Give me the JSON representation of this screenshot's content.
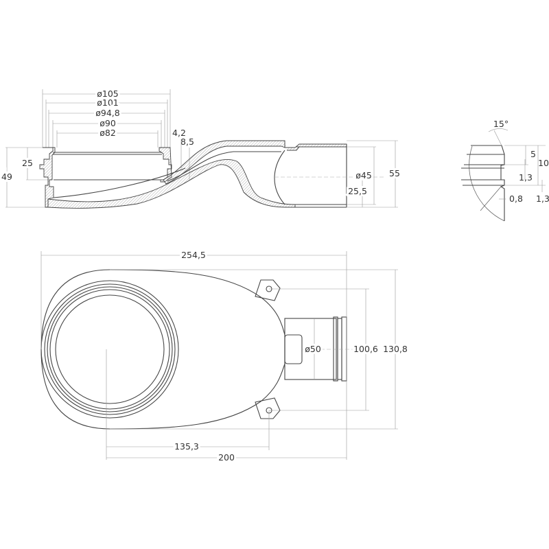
{
  "section_view": {
    "diameters": [
      "ø105",
      "ø101",
      "ø94,8",
      "ø90",
      "ø82"
    ],
    "wall_4_2": "4,2",
    "wall_8_5": "8,5",
    "flange_height": "25",
    "total_height": "49",
    "outlet_diameter": "ø45",
    "outlet_axis_height": "25,5",
    "outlet_height": "55"
  },
  "detail_view": {
    "angle": "15°",
    "dim_5": "5",
    "dim_10": "10",
    "dim_1_3_a": "1,3",
    "dim_1_3_b": "1,3",
    "dim_0_8": "0,8"
  },
  "plan_view": {
    "total_length": "254,5",
    "lug_distance": "135,3",
    "outlet_distance": "200",
    "outlet_diameter": "ø50",
    "lug_spacing": "100,6",
    "total_width": "130,8"
  }
}
